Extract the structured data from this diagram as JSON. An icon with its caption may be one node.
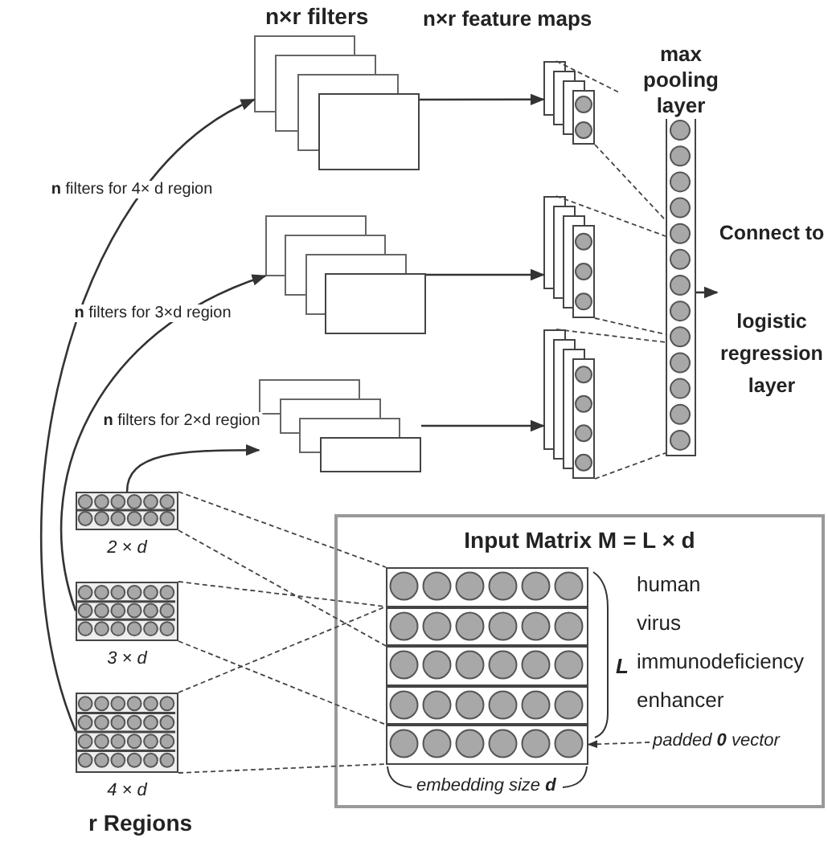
{
  "diagram": {
    "nodes": [
      {
        "text": [
          "Input Matrix M = L × d"
        ]
      },
      {
        "text": [],
        "shape": "bar",
        "in": 0
      },
      {
        "text": [],
        "shape": "bar",
        "in": 0
      },
      {
        "text": [],
        "shape": "bar",
        "in": 0
      },
      {
        "text": [],
        "shape": "bar",
        "in": 0
      },
      {
        "text": [],
        "shape": "bar",
        "in": 0
      },
      {
        "text": [],
        "shape": "box",
        "beside": [
          "2 × d"
        ]
      },
      {
        "text": [],
        "shape": "box",
        "beside": [
          "3 × d"
        ]
      },
      {
        "text": [],
        "shape": "box",
        "beside": [
          "4 × d"
        ]
      },
      {
        "text": [],
        "shape": "box"
      },
      {
        "text": [],
        "shape": "box"
      },
      {
        "text": [],
        "shape": "box"
      },
      {
        "text": [],
        "shape": "box"
      },
      {
        "text": [],
        "shape": "box"
      },
      {
        "text": [],
        "shape": "box"
      },
      {
        "text": [
          "max pooling layer"
        ]
      },
      {
        "text": [
          "Connect to",
          "logistic regression layer"
        ]
      },
      {
        "text": [
          "padded **0** vector"
        ],
        "in": 0
      }
    ],
    "edges": [
      {
        "from": 8,
        "to": 9,
        "arrow": "to",
        "label": "**n** filters for 4× d region"
      },
      {
        "from": 7,
        "to": 10,
        "arrow": "to",
        "label": "**n** filters for 3×d region"
      },
      {
        "from": 6,
        "to": 11,
        "arrow": "to",
        "label": "**n** filters for 2×d region"
      },
      {
        "from": 9,
        "to": 12,
        "arrow": "to"
      },
      {
        "from": 10,
        "to": 13,
        "arrow": "to"
      },
      {
        "from": 11,
        "to": 14,
        "arrow": "to"
      },
      {
        "from": 12,
        "to": 15,
        "arrow": "none",
        "style": "dashed"
      },
      {
        "from": 12,
        "to": 15,
        "arrow": "none",
        "style": "dashed"
      },
      {
        "from": 13,
        "to": 15,
        "arrow": "none",
        "style": "dashed"
      },
      {
        "from": 13,
        "to": 15,
        "arrow": "none",
        "style": "dashed"
      },
      {
        "from": 14,
        "to": 15,
        "arrow": "none",
        "style": "dashed"
      },
      {
        "from": 14,
        "to": 15,
        "arrow": "none",
        "style": "dashed"
      },
      {
        "from": 15,
        "to": 16,
        "arrow": "to"
      },
      {
        "from": 6,
        "to": 1,
        "arrow": "none",
        "style": "dashed"
      },
      {
        "from": 6,
        "to": 2,
        "arrow": "none",
        "style": "dashed"
      },
      {
        "from": 7,
        "to": 2,
        "arrow": "none",
        "style": "dashed"
      },
      {
        "from": 7,
        "to": 4,
        "arrow": "none",
        "style": "dashed"
      },
      {
        "from": 8,
        "to": 2,
        "arrow": "none",
        "style": "dashed"
      },
      {
        "from": 8,
        "to": 5,
        "arrow": "none",
        "style": "dashed"
      },
      {
        "from": 17,
        "to": 5,
        "arrow": "to",
        "style": "dashed"
      }
    ],
    "labels": [
      "n×r filters",
      "n×r feature maps",
      "human",
      "virus",
      "immunodeficiency",
      "L",
      "enhancer",
      "embedding size **d**",
      "r Regions"
    ]
  }
}
